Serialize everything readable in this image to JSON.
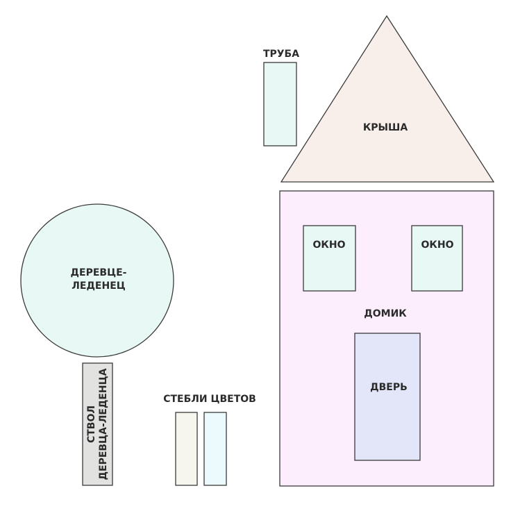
{
  "labels": {
    "chimney": "ТРУБА",
    "roof": "КРЫША",
    "window_left": "ОКНО",
    "window_right": "ОКНО",
    "house": "ДОМИК",
    "door": "ДВЕРЬ",
    "tree_crown_line1": "ДЕРЕВЦЕ-",
    "tree_crown_line2": "ЛЕДЕНЕЦ",
    "tree_trunk_line1": "СТВОЛ",
    "tree_trunk_line2": "ДЕРЕВЦА-ЛЕДЕНЦА",
    "flower_stems": "СТЕБЛИ ЦВЕТОВ"
  },
  "colors": {
    "chimney": "#e8f8f4",
    "roof": "#f8eeea",
    "house": "#fdeefd",
    "window": "#e8f8f4",
    "door": "#e2e6f8",
    "tree_crown": "#e8f8f4",
    "tree_trunk": "#e2e3e0",
    "stem_left": "#f6f6ee",
    "stem_right": "#ecfafd",
    "outline": "#3a3a3a",
    "text": "#2b2b2b"
  }
}
